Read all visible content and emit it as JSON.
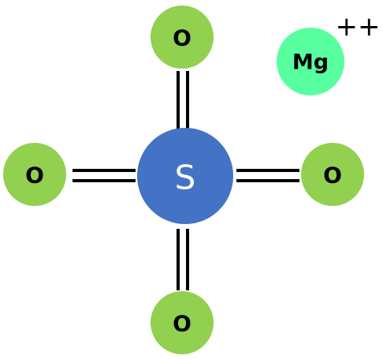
{
  "sulfate": {
    "central_atom": {
      "label": "S",
      "color": "#4472c4",
      "text_color": "#ffffff"
    },
    "oxygens": [
      {
        "id": "top",
        "label": "O"
      },
      {
        "id": "left",
        "label": "O"
      },
      {
        "id": "right",
        "label": "O"
      },
      {
        "id": "bottom",
        "label": "O"
      }
    ],
    "oxygen_color": "#92d050",
    "oxygen_text_color": "#000000",
    "bond_type": "double",
    "bond_color": "#000000"
  },
  "cation": {
    "label": "Mg",
    "charge": "++",
    "color": "#57ff9e",
    "text_color": "#000000"
  }
}
